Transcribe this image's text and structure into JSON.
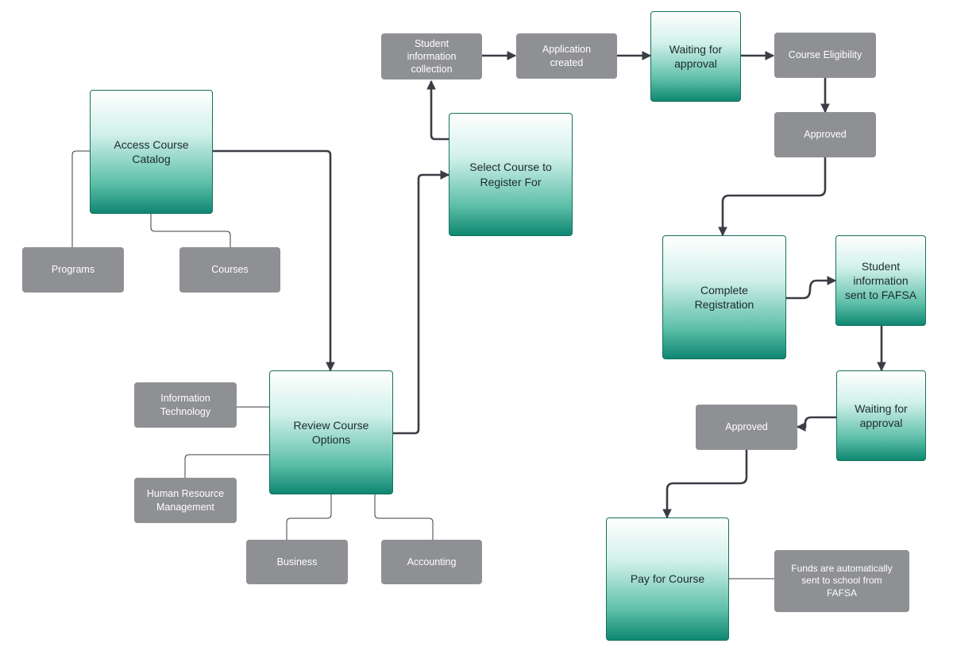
{
  "diagram": {
    "process_nodes": {
      "access_catalog": "Access Course\nCatalog",
      "review_options": "Review Course\nOptions",
      "select_course": "Select Course to\nRegister For",
      "waiting_approval_1": "Waiting for\napproval",
      "complete_registration": "Complete\nRegistration",
      "sent_to_fafsa": "Student\ninformation\nsent to FAFSA",
      "waiting_approval_2": "Waiting for\napproval",
      "pay_for_course": "Pay for Course"
    },
    "info_nodes": {
      "programs": "Programs",
      "courses": "Courses",
      "information_technology": "Information\nTechnology",
      "human_resource_management": "Human Resource\nManagement",
      "business": "Business",
      "accounting": "Accounting",
      "student_info_collection": "Student\ninformation\ncollection",
      "application_created": "Application\ncreated",
      "course_eligibility": "Course Eligibility",
      "approved_1": "Approved",
      "approved_2": "Approved",
      "funds_auto_sent": "Funds are automatically\nsent to school from\nFAFSA"
    },
    "colors": {
      "process_fill_top": "#ffffff",
      "process_fill_bottom": "#0f8771",
      "process_border": "#16705d",
      "info_fill": "#8f9094",
      "arrow_color": "#3a3d44",
      "connector_color": "#3a3d44"
    }
  }
}
